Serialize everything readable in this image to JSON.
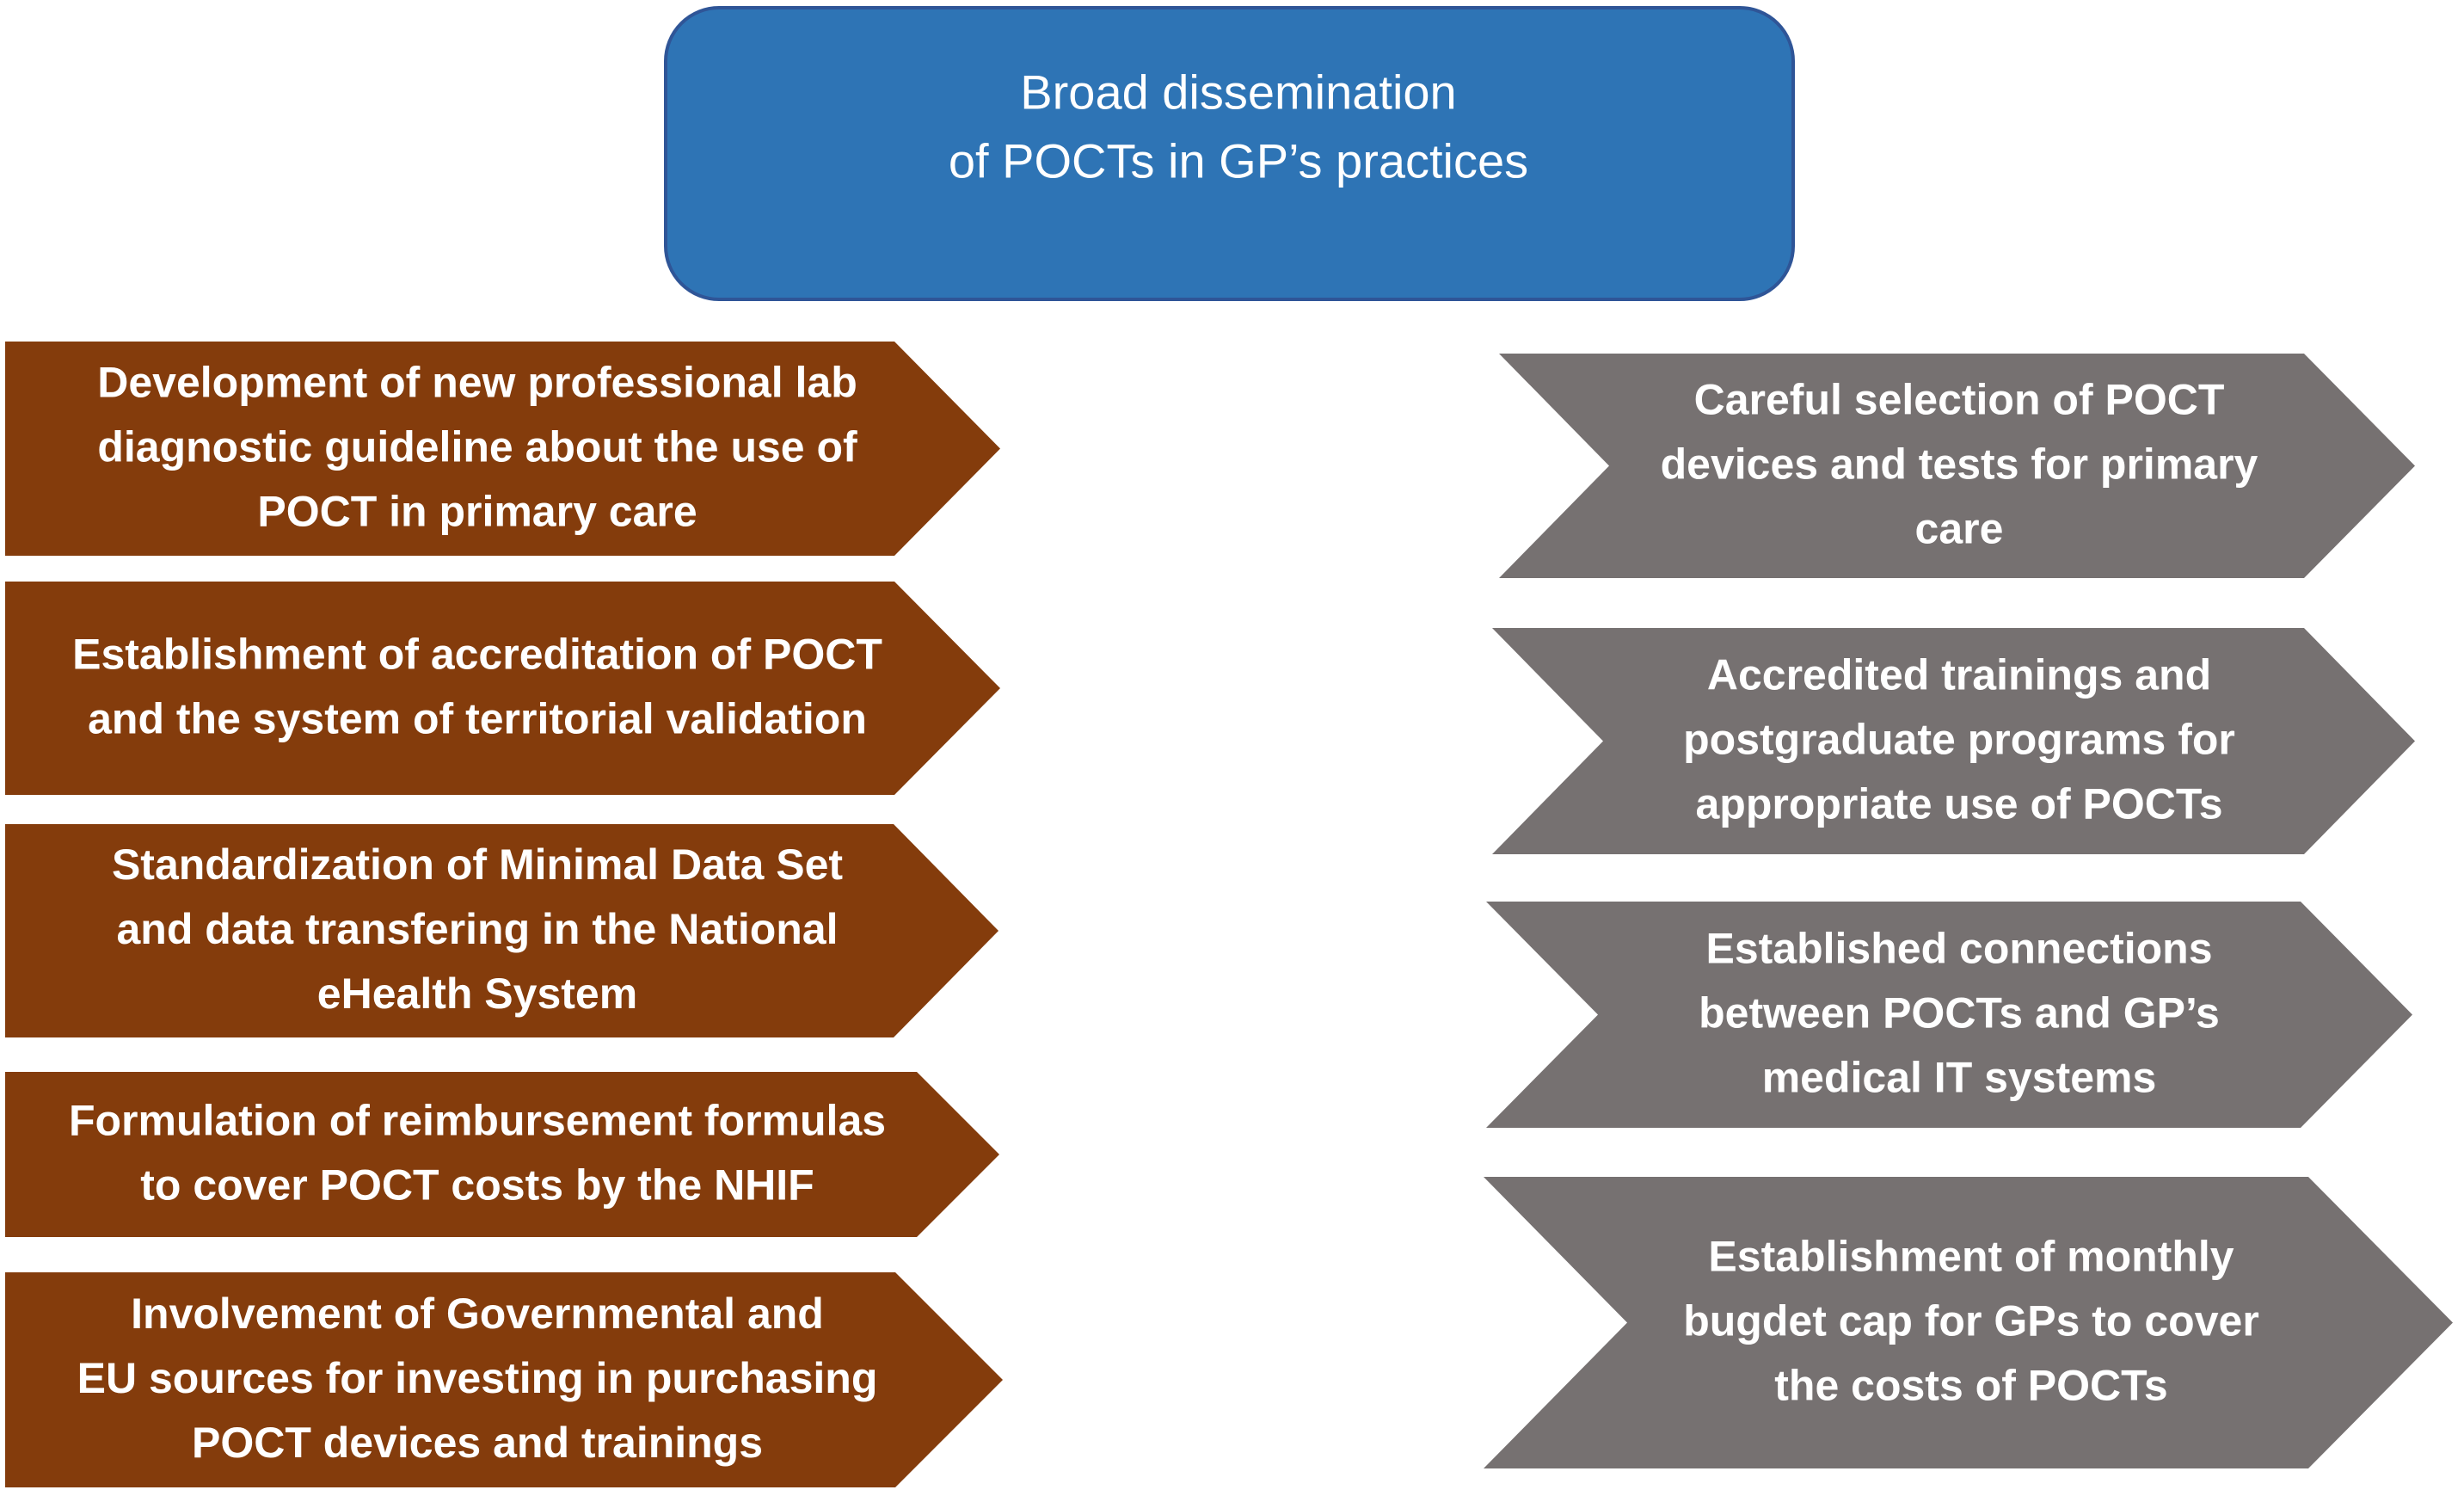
{
  "colors": {
    "goal_fill": "#2E74B5",
    "goal_stroke": "#2F5597",
    "left_fill": "#843C0C",
    "right_fill": "#767171",
    "text": "#ffffff"
  },
  "goal": {
    "lines": [
      "Broad dissemination",
      "of POCTs in GP’s practices"
    ]
  },
  "left_actions": [
    {
      "lines": [
        "Development of new professional lab",
        "diagnostic guideline about the use of",
        "POCT in primary care"
      ]
    },
    {
      "lines": [
        "Establishment of accreditation of POCT",
        "and the system of territorial validation"
      ]
    },
    {
      "lines": [
        "Standardization of Minimal Data Set",
        "and data transfering in the National",
        "eHealth System"
      ]
    },
    {
      "lines": [
        "Formulation of reimbursement formulas",
        "to cover POCT costs by the NHIF"
      ]
    },
    {
      "lines": [
        "Involvement of Governmental and",
        "EU sources for investing in purchasing",
        "POCT devices and trainings"
      ]
    }
  ],
  "right_actions": [
    {
      "lines": [
        "Careful selection of POCT",
        "devices and tests for primary",
        "care"
      ]
    },
    {
      "lines": [
        "Accredited trainings and",
        "postgraduate programs for",
        "appropriate use of POCTs"
      ]
    },
    {
      "lines": [
        "Established connections",
        "between POCTs and GP’s",
        "medical IT systems"
      ]
    },
    {
      "lines": [
        "Establishment of monthly",
        "bugdet cap for GPs to cover",
        "the costs of POCTs"
      ]
    }
  ]
}
